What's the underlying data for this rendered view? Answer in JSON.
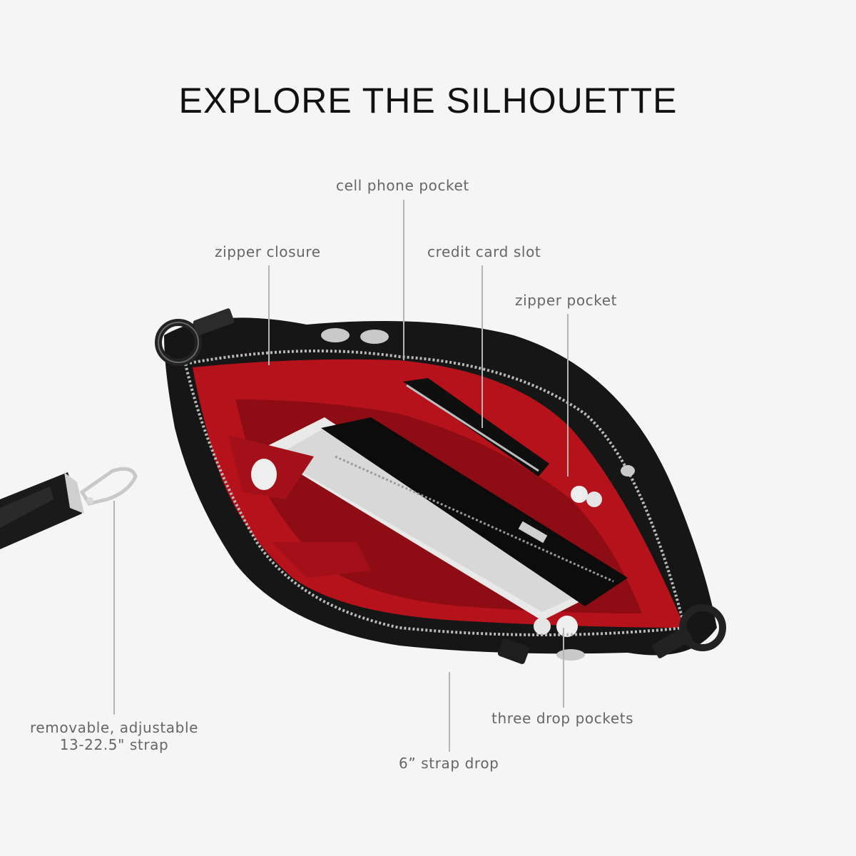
{
  "title": "EXPLORE THE SILHOUETTE",
  "colors": {
    "background": "#f5f5f5",
    "leather": "#141414",
    "lining": "#b5121b",
    "hardware": "#c8c8c8",
    "label_text": "#666666",
    "leader_line": "#b5b5b5"
  },
  "callouts": [
    {
      "id": "cell-phone-pocket",
      "label": "cell phone pocket"
    },
    {
      "id": "zipper-closure",
      "label": "zipper closure"
    },
    {
      "id": "credit-card-slot",
      "label": "credit card slot"
    },
    {
      "id": "zipper-pocket",
      "label": "zipper pocket"
    },
    {
      "id": "strap",
      "label_line1": "removable, adjustable",
      "label_line2": "13-22.5\" strap"
    },
    {
      "id": "three-drop-pockets",
      "label": "three drop pockets"
    },
    {
      "id": "strap-drop",
      "label": "6” strap drop"
    }
  ],
  "image": {
    "subject": "black leather crossbody bag, open, red suede lining",
    "accessory": "detached black leather strap with silver swivel clasp"
  }
}
